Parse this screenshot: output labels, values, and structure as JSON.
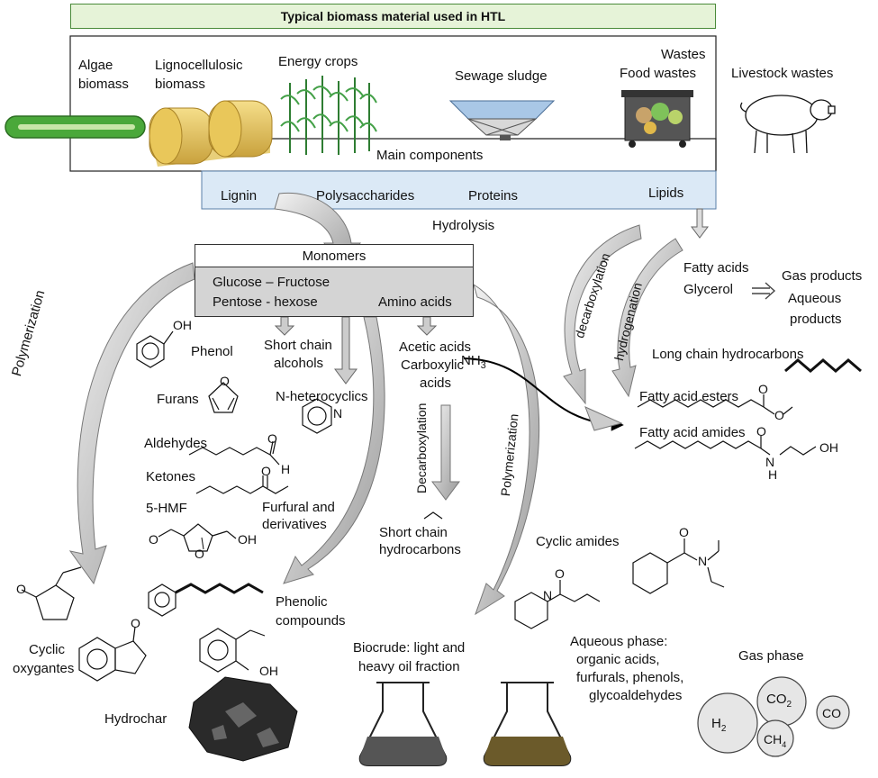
{
  "header": {
    "title": "Typical biomass material used in HTL"
  },
  "biomass": {
    "algae": "Algae\nbiomass",
    "algae_l1": "Algae",
    "algae_l2": "biomass",
    "ligno_l1": "Lignocellulosic",
    "ligno_l2": "biomass",
    "energy_crops": "Energy crops",
    "sewage": "Sewage sludge",
    "wastes": "Wastes",
    "food_wastes": "Food wastes",
    "livestock": "Livestock wastes"
  },
  "components": {
    "title": "Main components",
    "lignin": "Lignin",
    "polysaccharides": "Polysaccharides",
    "proteins": "Proteins",
    "lipids": "Lipids"
  },
  "hydrolysis": "Hydrolysis",
  "monomers": {
    "title": "Monomers",
    "glucose": "Glucose – Fructose",
    "pentose": "Pentose - hexose",
    "amino": "Amino acids"
  },
  "pathways": {
    "polymerization_left": "Polymerization",
    "decarboxylation_right": "decarboxylation",
    "hydrogenation": "hydrogenation",
    "decarboxylation_mid": "Decarboxylation",
    "polymerization_mid": "Polymerization"
  },
  "products": {
    "phenol": "Phenol",
    "furans": "Furans",
    "short_alcohols_l1": "Short chain",
    "short_alcohols_l2": "alcohols",
    "n_heterocyclics": "N-heterocyclics",
    "acetic": "Acetic acids",
    "carboxylic_l1": "Carboxylic",
    "carboxylic_l2": "acids",
    "nh3": "NH",
    "nh3_sub": "3",
    "aldehydes": "Aldehydes",
    "ketones": "Ketones",
    "hmf": "5-HMF",
    "furfural_l1": "Furfural and",
    "furfural_l2": "derivatives",
    "short_hc_l1": "Short chain",
    "short_hc_l2": "hydrocarbons",
    "fatty_acids": "Fatty acids",
    "glycerol": "Glycerol",
    "gas_products": "Gas products",
    "aqueous_l1": "Aqueous",
    "aqueous_l2": "products",
    "long_hc": "Long chain hydrocarbons",
    "fatty_esters": "Fatty acid esters",
    "fatty_amides": "Fatty acid amides",
    "cyclic_amides": "Cyclic amides",
    "phenolic_l1": "Phenolic",
    "phenolic_l2": "compounds",
    "cyclic_oxy_l1": "Cyclic",
    "cyclic_oxy_l2": "oxygantes",
    "hydrochar": "Hydrochar",
    "biocrude_l1": "Biocrude: light and",
    "biocrude_l2": "heavy oil fraction",
    "aqueous_phase_l1": "Aqueous phase:",
    "aqueous_phase_l2": "organic acids,",
    "aqueous_phase_l3": "furfurals, phenols,",
    "aqueous_phase_l4": "glycoaldehydes",
    "gas_phase": "Gas phase"
  },
  "chem_labels": {
    "oh": "OH",
    "o": "O",
    "n": "N",
    "h": "H"
  },
  "gases": {
    "h2": "H",
    "h2_sub": "2",
    "co2": "CO",
    "co2_sub": "2",
    "ch4": "CH",
    "ch4_sub": "4",
    "co": "CO"
  }
}
